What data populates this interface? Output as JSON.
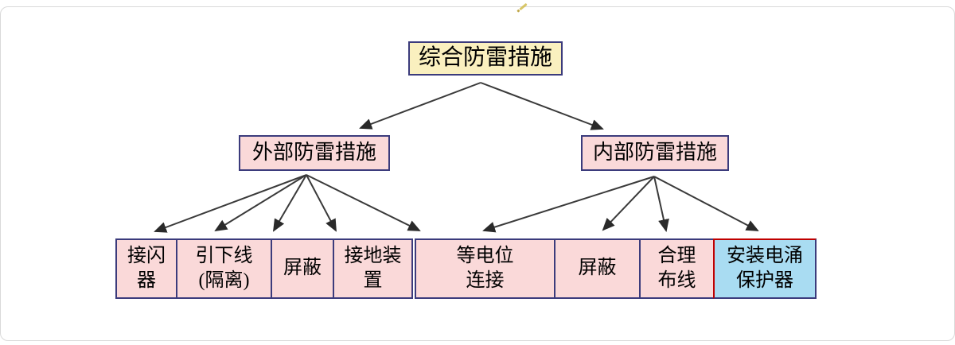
{
  "diagram": {
    "title_node": {
      "label": "综合防雷措施",
      "fill": "#faf0bf"
    },
    "branches": [
      {
        "id": "external",
        "label": "外部防雷措施",
        "fill": "#fad9d9"
      },
      {
        "id": "internal",
        "label": "内部防雷措施",
        "fill": "#fad9d9"
      }
    ],
    "leaves": [
      {
        "id": "air-terminal",
        "label": "接闪\n器",
        "fill": "#fad9d9",
        "highlight": false
      },
      {
        "id": "down-conductor",
        "label": "引下线\n(隔离)",
        "fill": "#fad9d9",
        "highlight": false
      },
      {
        "id": "shielding-external",
        "label": "屏蔽",
        "fill": "#fad9d9",
        "highlight": false
      },
      {
        "id": "earthing-device",
        "label": "接地装\n置",
        "fill": "#fad9d9",
        "highlight": false
      },
      {
        "id": "equipotential-bond",
        "label": "等电位\n连接",
        "fill": "#fad9d9",
        "highlight": false
      },
      {
        "id": "shielding-internal",
        "label": "屏蔽",
        "fill": "#fad9d9",
        "highlight": false
      },
      {
        "id": "reasonable-wiring",
        "label": "合理\n布线",
        "fill": "#fad9d9",
        "highlight": false
      },
      {
        "id": "surge-protector",
        "label": "安装电涌\n保护器",
        "fill": "#a9dcf2",
        "highlight": true
      }
    ],
    "edges": [
      [
        "root",
        "external"
      ],
      [
        "root",
        "internal"
      ],
      [
        "external",
        "air-terminal"
      ],
      [
        "external",
        "down-conductor"
      ],
      [
        "external",
        "shielding-external"
      ],
      [
        "external",
        "earthing-device"
      ],
      [
        "external",
        "equipotential-bond"
      ],
      [
        "internal",
        "equipotential-bond"
      ],
      [
        "internal",
        "shielding-internal"
      ],
      [
        "internal",
        "reasonable-wiring"
      ],
      [
        "internal",
        "surge-protector"
      ]
    ],
    "colors": {
      "root_fill": "#faf0bf",
      "leaf_fill": "#fad9d9",
      "highlight_fill": "#a9dcf2",
      "box_border": "#3b3b7c",
      "highlight_border": "#c00000",
      "arrow": "#333333",
      "frame": "#d9d9d9"
    }
  }
}
